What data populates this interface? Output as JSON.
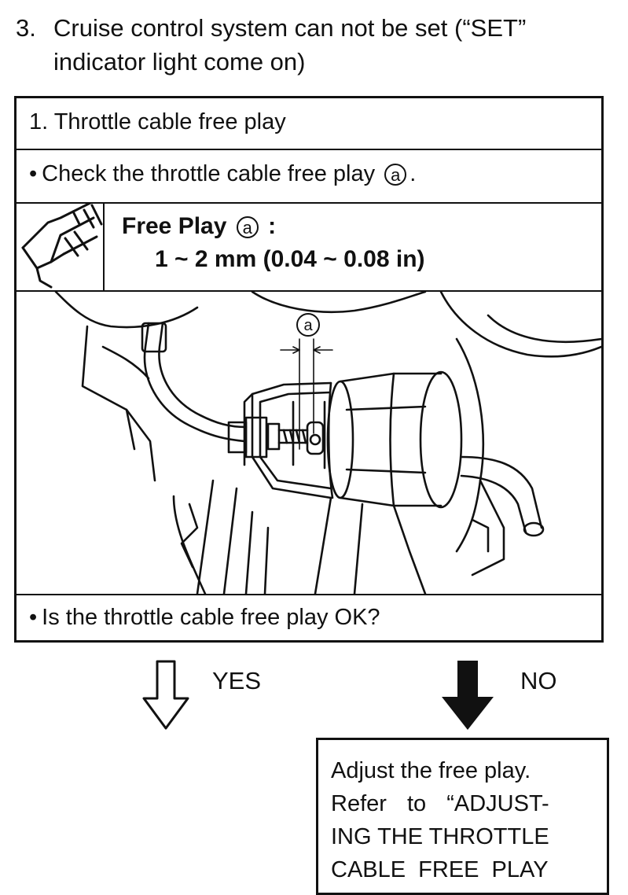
{
  "heading": {
    "number": "3.",
    "text": "Cruise control system can not be set (“SET” indicator light come on)"
  },
  "step": {
    "title": "1. Throttle cable free play",
    "check_prefix": "Check the throttle cable free play",
    "check_marker": "a",
    "check_suffix": ".",
    "spec_icon": "caliper-icon",
    "spec_label_prefix": "Free Play",
    "spec_marker": "a",
    "spec_label_suffix": ":",
    "spec_value": "1 ~ 2 mm (0.04 ~ 0.08 in)",
    "illustration_marker": "a",
    "question": "Is the throttle cable free play OK?"
  },
  "branches": {
    "yes_label": "YES",
    "yes_icon": "outline-down-arrow-icon",
    "no_label": "NO",
    "no_icon": "solid-down-arrow-icon",
    "no_action_lines": [
      "Adjust the free play.",
      "Refer to “ADJUST-",
      "ING THE THROTTLE",
      "CABLE FREE PLAY"
    ]
  }
}
